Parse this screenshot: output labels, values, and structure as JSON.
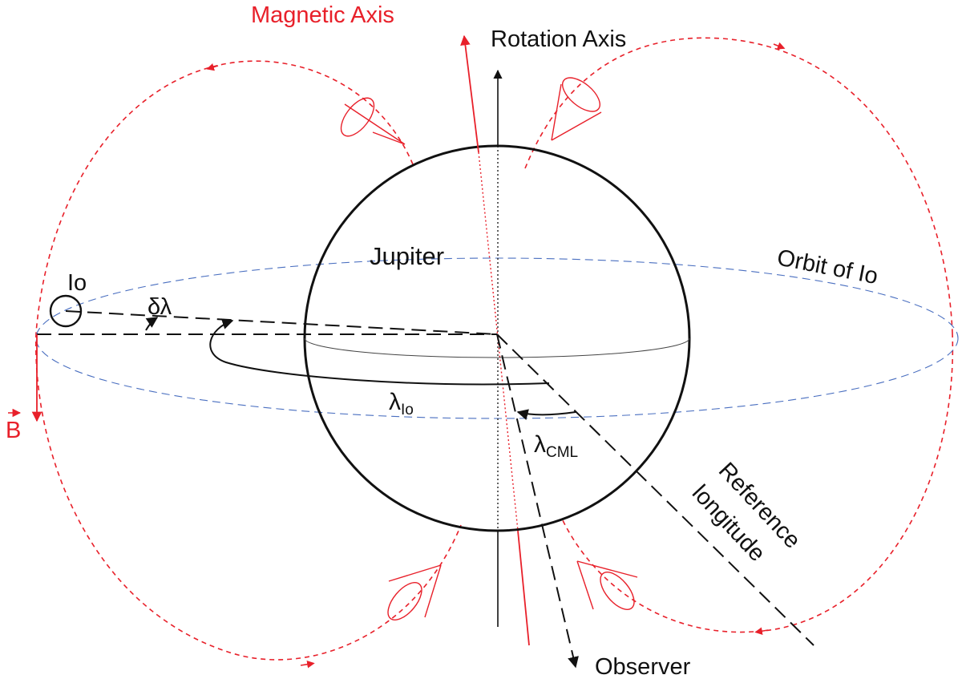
{
  "labels": {
    "magnetic_axis": "Magnetic Axis",
    "rotation_axis": "Rotation Axis",
    "jupiter": "Jupiter",
    "orbit_of_io": "Orbit of Io",
    "io": "Io",
    "delta_lambda": "δλ",
    "lambda_symbol": "λ",
    "lambda_io_sub": "Io",
    "lambda_cml_sub": "CML",
    "reference_line1": "Reference",
    "reference_line2": "longitude",
    "observer": "Observer",
    "b_field": "B"
  },
  "colors": {
    "magnetic": "#e8202a",
    "orbit": "#4a6fc0",
    "ink": "#111111"
  }
}
